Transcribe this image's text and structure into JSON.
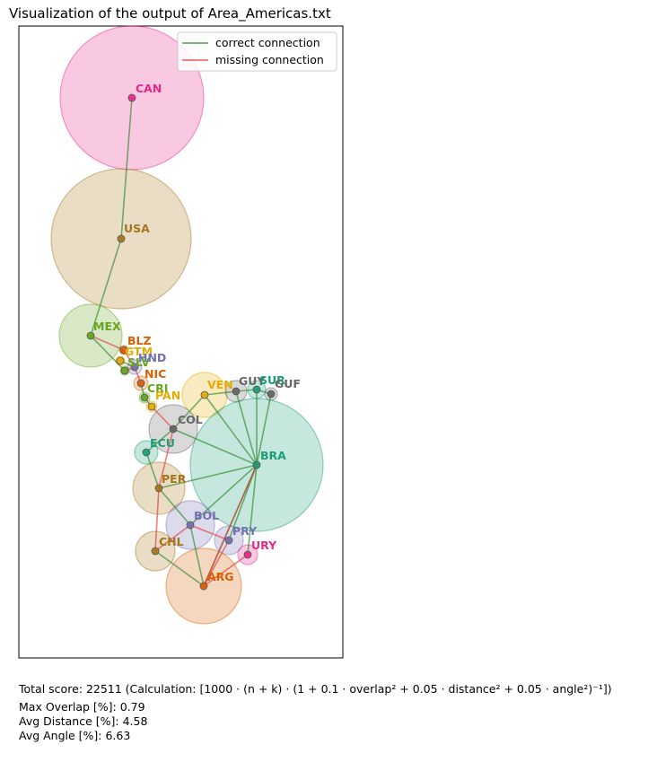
{
  "title": "Visualization of the output of Area_Americas.txt",
  "legend": {
    "correct": "correct connection",
    "missing": "missing connection",
    "correct_color": "#2e8b2e",
    "missing_color": "#e33a3a"
  },
  "footer": {
    "score": "Total score: 22511  (Calculation: [1000 · (n + k) · (1 + 0.1 · overlap² + 0.05 · distance² + 0.05 · angle²)⁻¹])",
    "overlap": "Max Overlap [%]: 0.79",
    "distance": "Avg Distance [%]: 4.58",
    "angle": "Avg Angle [%]: 6.63"
  },
  "nodes": [
    {
      "id": "CAN",
      "color": "#e7298a"
    },
    {
      "id": "USA",
      "color": "#a6761d"
    },
    {
      "id": "MEX",
      "color": "#66a61e"
    },
    {
      "id": "BLZ",
      "color": "#d95f02"
    },
    {
      "id": "GTM",
      "color": "#e6ab02"
    },
    {
      "id": "SLV",
      "color": "#66a61e"
    },
    {
      "id": "HND",
      "color": "#7570b3"
    },
    {
      "id": "NIC",
      "color": "#d95f02"
    },
    {
      "id": "CRI",
      "color": "#66a61e"
    },
    {
      "id": "PAN",
      "color": "#e6ab02"
    },
    {
      "id": "VEN",
      "color": "#e6ab02"
    },
    {
      "id": "GUY",
      "color": "#666666"
    },
    {
      "id": "SUR",
      "color": "#1b9e77"
    },
    {
      "id": "GUF",
      "color": "#666666"
    },
    {
      "id": "COL",
      "color": "#666666"
    },
    {
      "id": "ECU",
      "color": "#1b9e77"
    },
    {
      "id": "BRA",
      "color": "#1b9e77"
    },
    {
      "id": "PER",
      "color": "#a6761d"
    },
    {
      "id": "BOL",
      "color": "#7570b3"
    },
    {
      "id": "PRY",
      "color": "#7570b3"
    },
    {
      "id": "URY",
      "color": "#e7298a"
    },
    {
      "id": "CHL",
      "color": "#a6761d"
    },
    {
      "id": "ARG",
      "color": "#d95f02"
    }
  ],
  "correct_edges": [
    [
      "CAN",
      "USA"
    ],
    [
      "USA",
      "MEX"
    ],
    [
      "MEX",
      "SLV"
    ],
    [
      "GTM",
      "HND"
    ],
    [
      "NIC",
      "CRI"
    ],
    [
      "CRI",
      "PAN"
    ],
    [
      "COL",
      "VEN"
    ],
    [
      "COL",
      "ECU"
    ],
    [
      "COL",
      "BRA"
    ],
    [
      "VEN",
      "GUY"
    ],
    [
      "VEN",
      "BRA"
    ],
    [
      "GUY",
      "SUR"
    ],
    [
      "SUR",
      "GUF"
    ],
    [
      "GUY",
      "BRA"
    ],
    [
      "SUR",
      "BRA"
    ],
    [
      "GUF",
      "BRA"
    ],
    [
      "ECU",
      "PER"
    ],
    [
      "PER",
      "BRA"
    ],
    [
      "BOL",
      "BRA"
    ],
    [
      "PRY",
      "BRA"
    ],
    [
      "URY",
      "BRA"
    ],
    [
      "ARG",
      "BRA"
    ],
    [
      "BOL",
      "ARG"
    ],
    [
      "CHL",
      "ARG"
    ],
    [
      "PER",
      "BOL"
    ]
  ],
  "missing_edges": [
    [
      "MEX",
      "BLZ"
    ],
    [
      "BLZ",
      "HND"
    ],
    [
      "SLV",
      "HND"
    ],
    [
      "HND",
      "NIC"
    ],
    [
      "COL",
      "PAN"
    ],
    [
      "COL",
      "PER"
    ],
    [
      "PER",
      "CHL"
    ],
    [
      "BOL",
      "CHL"
    ],
    [
      "BOL",
      "PRY"
    ],
    [
      "ARG",
      "PRY"
    ],
    [
      "ARG",
      "URY"
    ],
    [
      "ARG",
      "BRA"
    ]
  ]
}
